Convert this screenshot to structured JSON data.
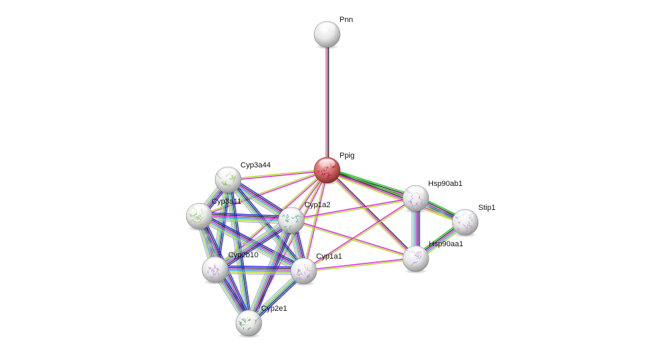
{
  "title": "STRING protein interaction network",
  "query_protein": "Ppig",
  "edge_colors": {
    "neighborhood": "#1ec81e",
    "cooccurrence": "#2b2bf5",
    "coexpression": "#333333",
    "experiments": "#d62bd6",
    "databases": "#2bb6d6",
    "textmining": "#b8d92b",
    "homology": "#a6a6f5"
  },
  "nodes": [
    {
      "id": "Pnn",
      "label": "Pnn",
      "color": "#e8e8e8",
      "structure": false
    },
    {
      "id": "Ppig",
      "label": "Ppig",
      "color": "#d46a6a",
      "structure": true,
      "structure_color": "#a02040"
    },
    {
      "id": "Cyp3a44",
      "label": "Cyp3a44",
      "color": "#e8e8e8",
      "structure": true,
      "structure_color": "#8bbf5a"
    },
    {
      "id": "Cyp3a11",
      "label": "Cyp3a11",
      "color": "#e8e8e8",
      "structure": true,
      "structure_color": "#8bbf5a"
    },
    {
      "id": "Cyp1a2",
      "label": "Cyp1a2",
      "color": "#e8e8e8",
      "structure": true,
      "structure_color": "#3caa8c"
    },
    {
      "id": "Cyp2b10",
      "label": "Cyp2b10",
      "color": "#e8e8e8",
      "structure": true,
      "structure_color": "#b48cd2"
    },
    {
      "id": "Cyp1a1",
      "label": "Cyp1a1",
      "color": "#e8e8e8",
      "structure": true,
      "structure_color": "#b48cd2"
    },
    {
      "id": "Cyp2e1",
      "label": "Cyp2e1",
      "color": "#e8e8e8",
      "structure": true,
      "structure_color": "#5aa05a"
    },
    {
      "id": "Hsp90ab1",
      "label": "Hsp90ab1",
      "color": "#e8e8e8",
      "structure": true,
      "structure_color": "#b48cd2"
    },
    {
      "id": "Stip1",
      "label": "Stip1",
      "color": "#e8e8e8",
      "structure": true,
      "structure_color": "#b48cd2"
    },
    {
      "id": "Hsp90aa1",
      "label": "Hsp90aa1",
      "color": "#e8e8e8",
      "structure": true,
      "structure_color": "#b48cd2"
    }
  ],
  "edges": [
    {
      "source": "Pnn",
      "target": "Ppig",
      "channels": [
        "textmining",
        "experiments",
        "coexpression"
      ]
    },
    {
      "source": "Ppig",
      "target": "Hsp90ab1",
      "channels": [
        "textmining",
        "experiments",
        "coexpression",
        "neighborhood"
      ]
    },
    {
      "source": "Ppig",
      "target": "Stip1",
      "channels": [
        "textmining",
        "experiments",
        "coexpression",
        "neighborhood"
      ]
    },
    {
      "source": "Ppig",
      "target": "Hsp90aa1",
      "channels": [
        "textmining",
        "experiments",
        "coexpression"
      ]
    },
    {
      "source": "Ppig",
      "target": "Cyp3a44",
      "channels": [
        "textmining",
        "experiments"
      ]
    },
    {
      "source": "Ppig",
      "target": "Cyp3a11",
      "channels": [
        "textmining",
        "experiments"
      ]
    },
    {
      "source": "Ppig",
      "target": "Cyp1a2",
      "channels": [
        "textmining",
        "experiments"
      ]
    },
    {
      "source": "Ppig",
      "target": "Cyp2b10",
      "channels": [
        "textmining",
        "experiments"
      ]
    },
    {
      "source": "Ppig",
      "target": "Cyp1a1",
      "channels": [
        "textmining",
        "experiments"
      ]
    },
    {
      "source": "Ppig",
      "target": "Cyp2e1",
      "channels": [
        "textmining",
        "experiments"
      ]
    },
    {
      "source": "Hsp90ab1",
      "target": "Stip1",
      "channels": [
        "textmining",
        "experiments",
        "coexpression",
        "databases",
        "neighborhood"
      ]
    },
    {
      "source": "Hsp90ab1",
      "target": "Hsp90aa1",
      "channels": [
        "textmining",
        "experiments",
        "coexpression",
        "databases",
        "cooccurrence",
        "homology"
      ]
    },
    {
      "source": "Hsp90aa1",
      "target": "Stip1",
      "channels": [
        "textmining",
        "experiments",
        "coexpression",
        "databases",
        "neighborhood"
      ]
    },
    {
      "source": "Cyp1a2",
      "target": "Hsp90ab1",
      "channels": [
        "textmining",
        "experiments"
      ]
    },
    {
      "source": "Cyp1a2",
      "target": "Hsp90aa1",
      "channels": [
        "textmining",
        "experiments"
      ]
    },
    {
      "source": "Cyp1a1",
      "target": "Hsp90ab1",
      "channels": [
        "textmining",
        "experiments"
      ]
    },
    {
      "source": "Cyp1a1",
      "target": "Hsp90aa1",
      "channels": [
        "textmining",
        "experiments"
      ]
    },
    {
      "source": "Cyp3a44",
      "target": "Cyp3a11",
      "channels": [
        "textmining",
        "experiments",
        "coexpression",
        "databases",
        "cooccurrence",
        "homology"
      ]
    },
    {
      "source": "Cyp3a44",
      "target": "Cyp1a2",
      "channels": [
        "textmining",
        "experiments",
        "coexpression",
        "databases",
        "cooccurrence",
        "homology"
      ]
    },
    {
      "source": "Cyp3a44",
      "target": "Cyp2b10",
      "channels": [
        "textmining",
        "coexpression",
        "databases",
        "cooccurrence",
        "homology"
      ]
    },
    {
      "source": "Cyp3a44",
      "target": "Cyp1a1",
      "channels": [
        "textmining",
        "coexpression",
        "databases",
        "cooccurrence",
        "homology"
      ]
    },
    {
      "source": "Cyp3a44",
      "target": "Cyp2e1",
      "channels": [
        "textmining",
        "coexpression",
        "databases",
        "cooccurrence",
        "homology"
      ]
    },
    {
      "source": "Cyp3a11",
      "target": "Cyp1a2",
      "channels": [
        "textmining",
        "experiments",
        "coexpression",
        "databases",
        "cooccurrence",
        "homology"
      ]
    },
    {
      "source": "Cyp3a11",
      "target": "Cyp2b10",
      "channels": [
        "textmining",
        "experiments",
        "coexpression",
        "databases",
        "cooccurrence",
        "homology"
      ]
    },
    {
      "source": "Cyp3a11",
      "target": "Cyp1a1",
      "channels": [
        "textmining",
        "experiments",
        "coexpression",
        "databases",
        "cooccurrence",
        "homology"
      ]
    },
    {
      "source": "Cyp3a11",
      "target": "Cyp2e1",
      "channels": [
        "textmining",
        "experiments",
        "coexpression",
        "databases",
        "cooccurrence",
        "homology"
      ]
    },
    {
      "source": "Cyp1a2",
      "target": "Cyp2b10",
      "channels": [
        "textmining",
        "experiments",
        "coexpression",
        "databases",
        "cooccurrence",
        "homology"
      ]
    },
    {
      "source": "Cyp1a2",
      "target": "Cyp1a1",
      "channels": [
        "textmining",
        "experiments",
        "coexpression",
        "databases",
        "cooccurrence",
        "homology"
      ]
    },
    {
      "source": "Cyp1a2",
      "target": "Cyp2e1",
      "channels": [
        "textmining",
        "experiments",
        "coexpression",
        "databases",
        "cooccurrence",
        "homology"
      ]
    },
    {
      "source": "Cyp2b10",
      "target": "Cyp1a1",
      "channels": [
        "textmining",
        "experiments",
        "coexpression",
        "databases",
        "cooccurrence",
        "homology"
      ]
    },
    {
      "source": "Cyp2b10",
      "target": "Cyp2e1",
      "channels": [
        "textmining",
        "experiments",
        "coexpression",
        "databases",
        "cooccurrence",
        "homology"
      ]
    },
    {
      "source": "Cyp1a1",
      "target": "Cyp2e1",
      "channels": [
        "textmining",
        "coexpression",
        "databases",
        "cooccurrence",
        "homology"
      ]
    }
  ]
}
